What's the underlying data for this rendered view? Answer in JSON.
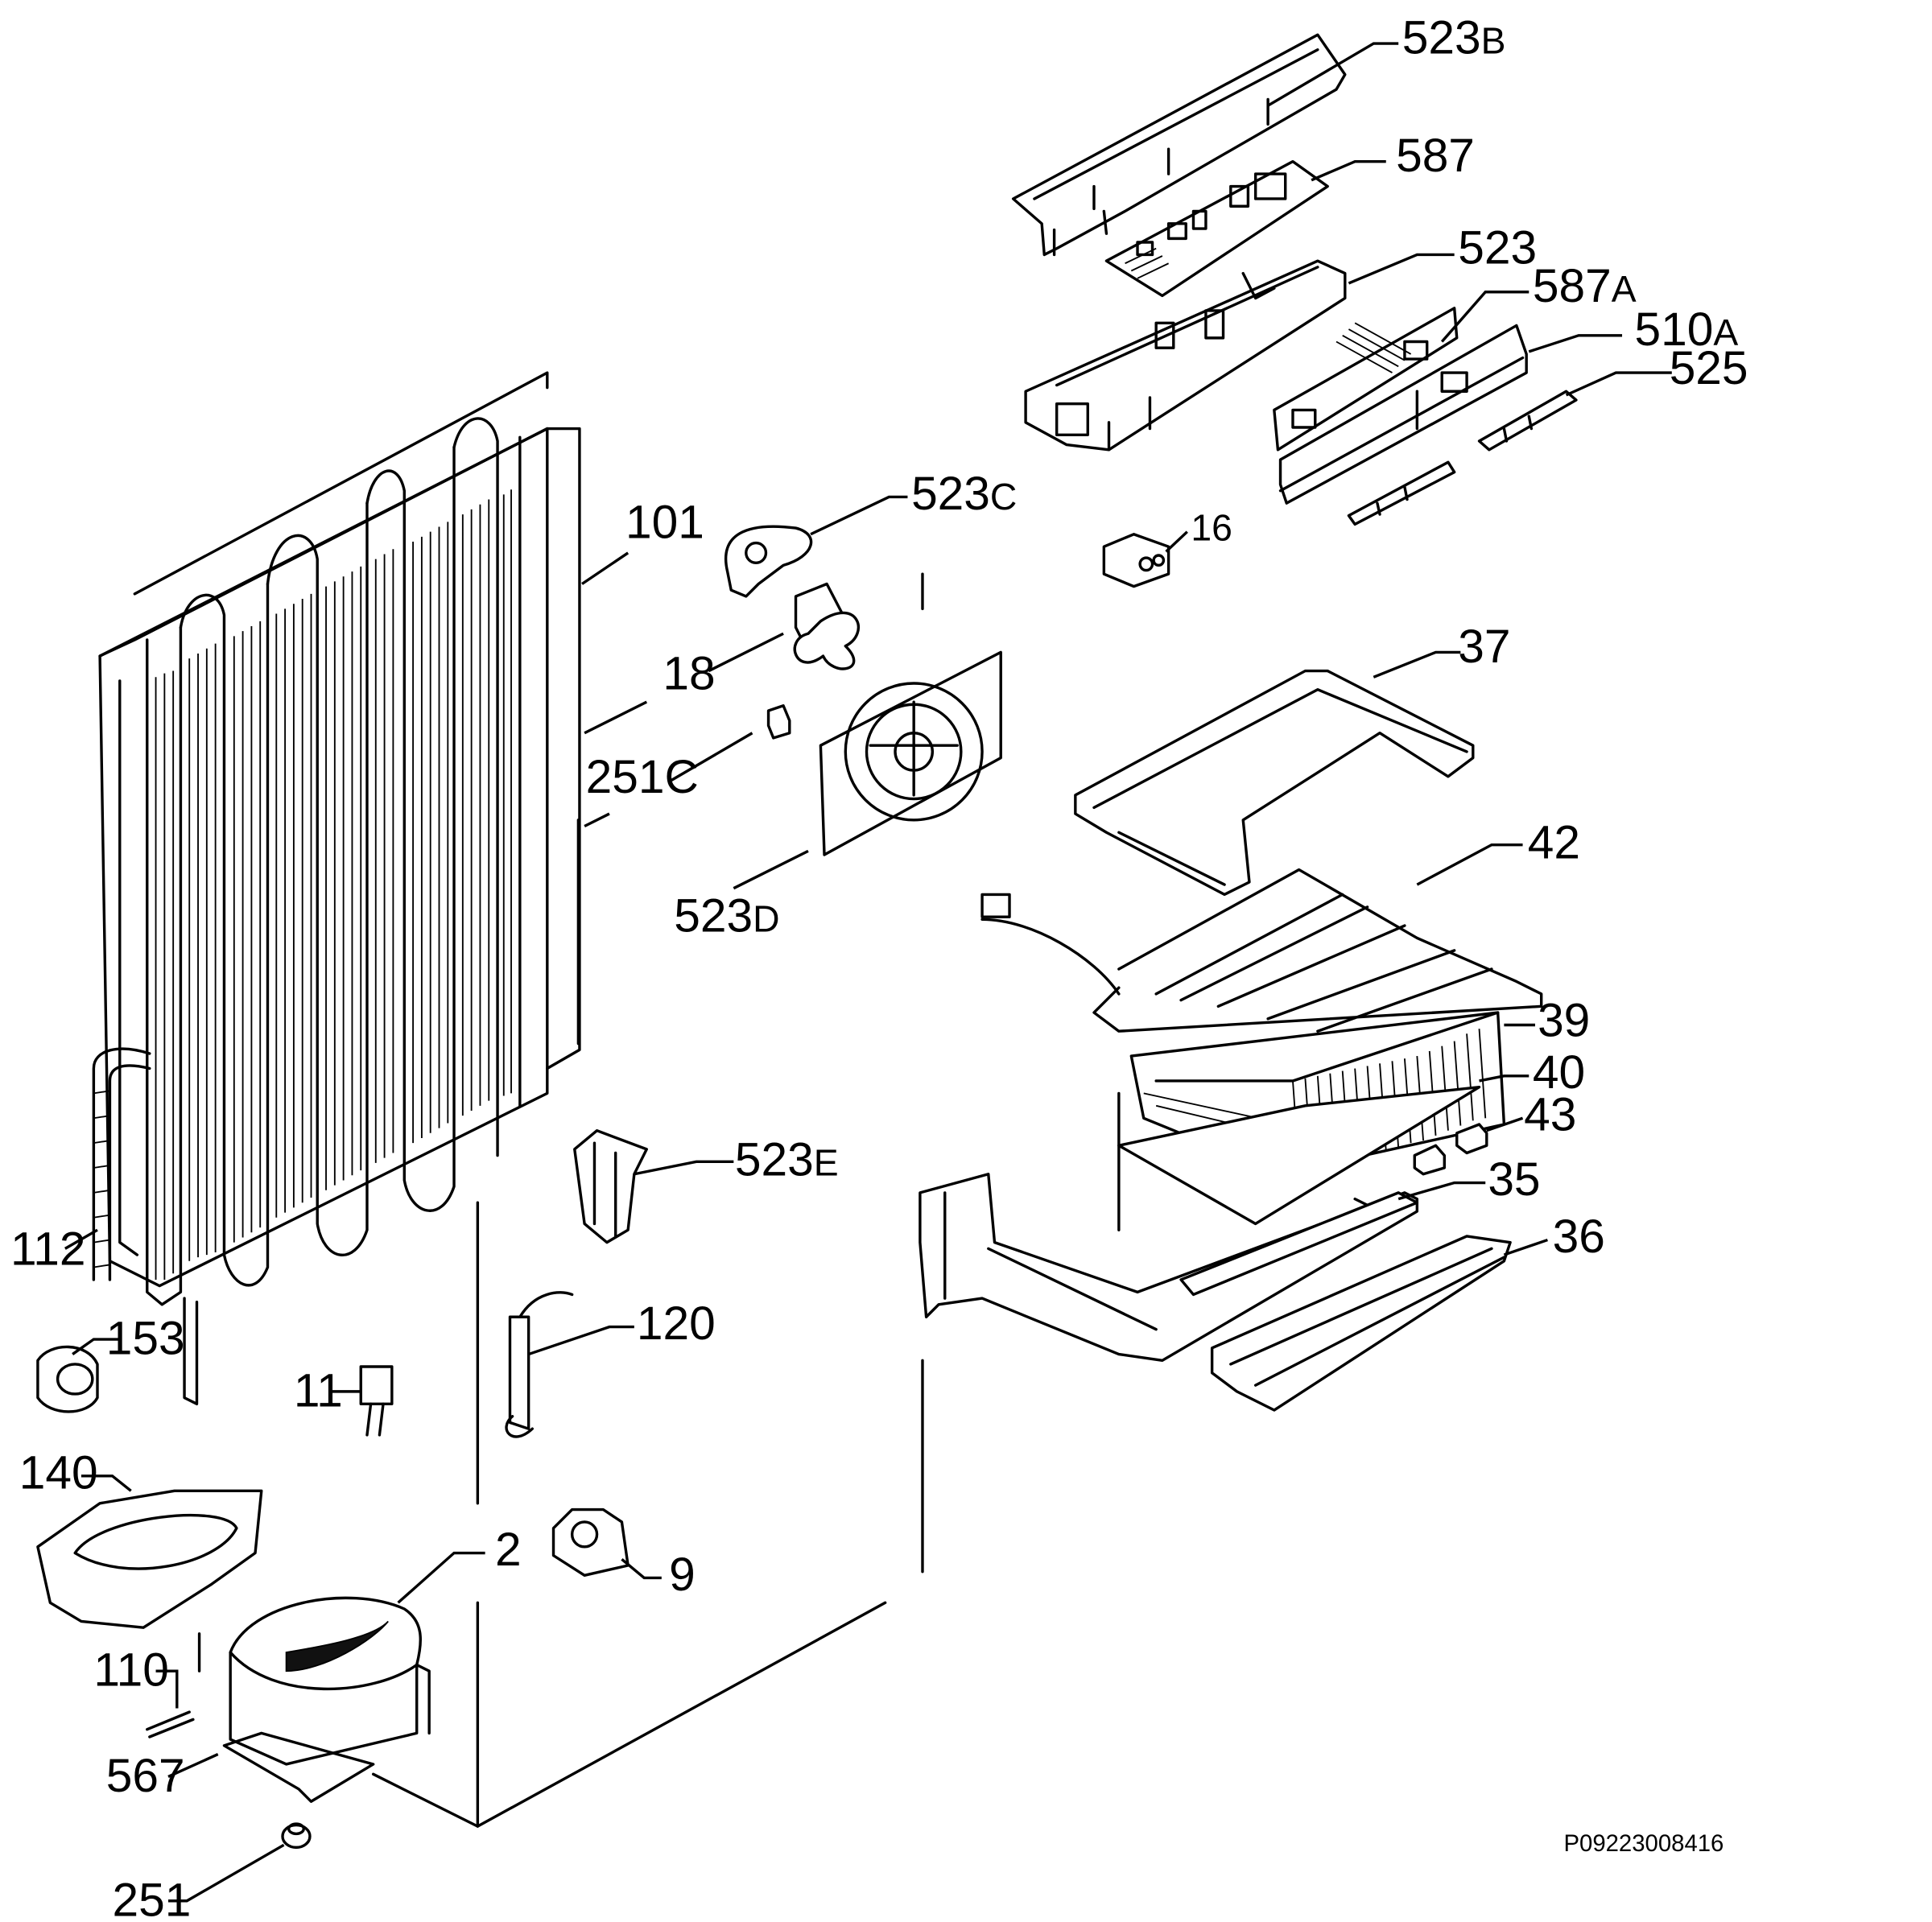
{
  "drawing_code": "P09223008416",
  "callouts": [
    {
      "id": "523B",
      "main": "523",
      "suffix": "B"
    },
    {
      "id": "587",
      "main": "587",
      "suffix": ""
    },
    {
      "id": "523",
      "main": "523",
      "suffix": ""
    },
    {
      "id": "587A",
      "main": "587",
      "suffix": "A"
    },
    {
      "id": "510A",
      "main": "510",
      "suffix": "A"
    },
    {
      "id": "525",
      "main": "525",
      "suffix": ""
    },
    {
      "id": "523C",
      "main": "523",
      "suffix": "C"
    },
    {
      "id": "101",
      "main": "101",
      "suffix": ""
    },
    {
      "id": "16",
      "main": "16",
      "suffix": ""
    },
    {
      "id": "18",
      "main": "18",
      "suffix": ""
    },
    {
      "id": "37",
      "main": "37",
      "suffix": ""
    },
    {
      "id": "251C",
      "main": "251C",
      "suffix": ""
    },
    {
      "id": "523D",
      "main": "523",
      "suffix": "D"
    },
    {
      "id": "42",
      "main": "42",
      "suffix": ""
    },
    {
      "id": "39",
      "main": "39",
      "suffix": ""
    },
    {
      "id": "40",
      "main": "40",
      "suffix": ""
    },
    {
      "id": "43",
      "main": "43",
      "suffix": ""
    },
    {
      "id": "523E",
      "main": "523",
      "suffix": "E"
    },
    {
      "id": "35",
      "main": "35",
      "suffix": ""
    },
    {
      "id": "36",
      "main": "36",
      "suffix": ""
    },
    {
      "id": "112",
      "main": "112",
      "suffix": ""
    },
    {
      "id": "120",
      "main": "120",
      "suffix": ""
    },
    {
      "id": "153",
      "main": "153",
      "suffix": ""
    },
    {
      "id": "11",
      "main": "11",
      "suffix": ""
    },
    {
      "id": "140",
      "main": "140",
      "suffix": ""
    },
    {
      "id": "2",
      "main": "2",
      "suffix": ""
    },
    {
      "id": "9",
      "main": "9",
      "suffix": ""
    },
    {
      "id": "110",
      "main": "110",
      "suffix": ""
    },
    {
      "id": "567",
      "main": "567",
      "suffix": ""
    },
    {
      "id": "251",
      "main": "251",
      "suffix": ""
    }
  ]
}
